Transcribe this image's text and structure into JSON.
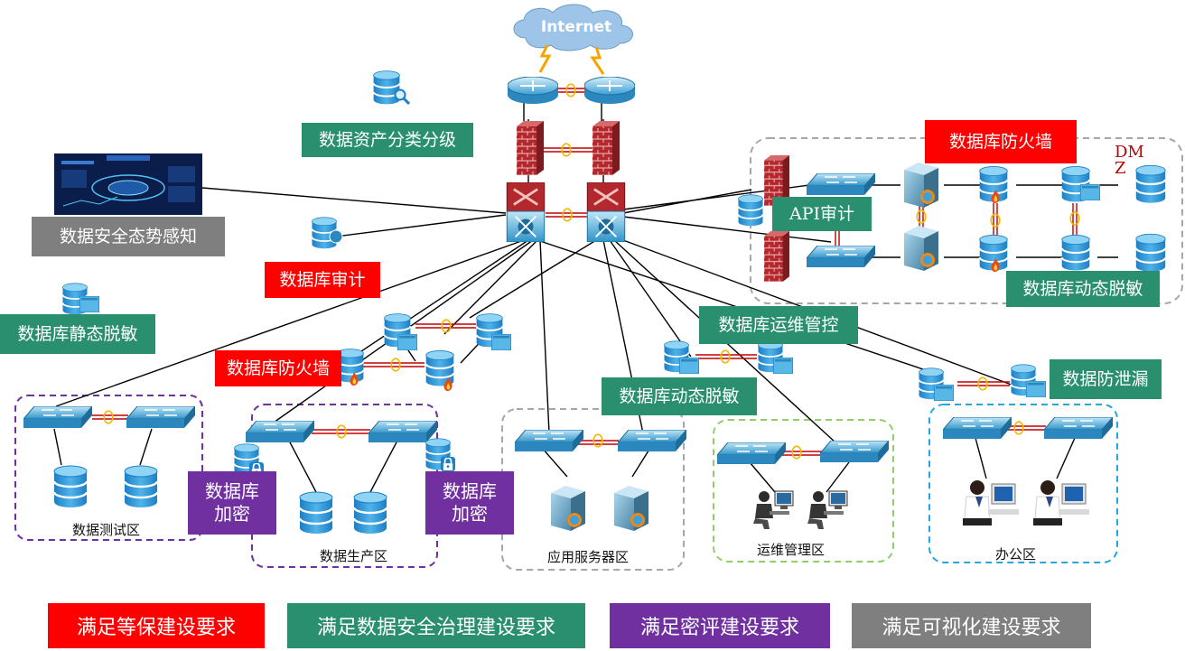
{
  "internet": "Internet",
  "labels": {
    "asset_classification": "数据资产分类分级",
    "situation_awareness": "数据安全态势感知",
    "db_audit": "数据库审计",
    "static_masking": "数据库静态脱敏",
    "db_firewall_left": "数据库防火墙",
    "db_firewall_top": "数据库防火墙",
    "api_audit": "API审计",
    "dynamic_masking_right": "数据库动态脱敏",
    "ops_control": "数据库运维管控",
    "dynamic_masking_mid": "数据库动态脱敏",
    "dlp": "数据防泄漏",
    "encryption_left": "数据库\n加密",
    "encryption_right": "数据库\n加密",
    "dmz": "DM\nZ"
  },
  "zones": {
    "test": "数据测试区",
    "production": "数据生产区",
    "app_server": "应用服务器区",
    "ops": "运维管理区",
    "office": "办公区"
  },
  "legend": [
    {
      "text": "满足等保建设要求",
      "color": "#ff0000"
    },
    {
      "text": "满足数据安全治理建设要求",
      "color": "#2a8f6e"
    },
    {
      "text": "满足密评建设要求",
      "color": "#7030a0"
    },
    {
      "text": "满足可视化建设要求",
      "color": "#7f7f7f"
    }
  ]
}
